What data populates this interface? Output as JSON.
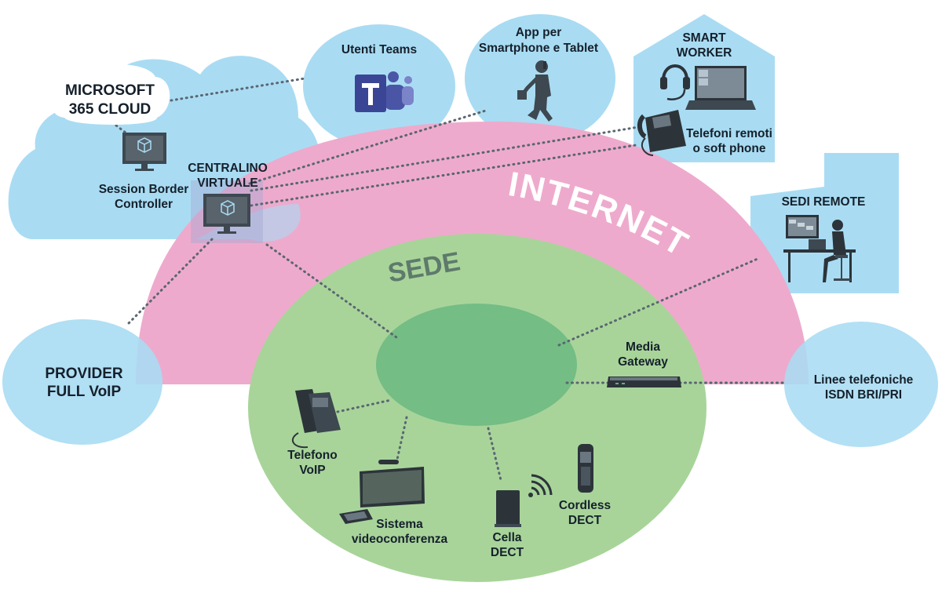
{
  "zones": {
    "internet": "INTERNET",
    "sede": "SEDE"
  },
  "cloud": {
    "line1": "MICROSOFT",
    "line2": "365 CLOUD"
  },
  "nodes": {
    "sbc": [
      "Session Border",
      "Controller"
    ],
    "centralino": [
      "CENTRALINO",
      "VIRTUALE"
    ],
    "teams": [
      "Utenti Teams"
    ],
    "app": [
      "App per",
      "Smartphone e Tablet"
    ],
    "smart_worker": [
      "SMART",
      "WORKER"
    ],
    "telefoni_remoti": [
      "Telefoni remoti",
      "o soft phone"
    ],
    "sedi_remote": [
      "SEDI REMOTE"
    ],
    "provider": [
      "PROVIDER",
      "FULL VoIP"
    ],
    "linee": [
      "Linee telefoniche",
      "ISDN BRI/PRI"
    ],
    "media_gateway": [
      "Media",
      "Gateway"
    ],
    "telefono_voip": [
      "Telefono",
      "VoIP"
    ],
    "videoconferenza": [
      "Sistema",
      "videoconferenza"
    ],
    "cella_dect": [
      "Cella",
      "DECT"
    ],
    "cordless_dect": [
      "Cordless",
      "DECT"
    ]
  },
  "colors": {
    "cloud_blue": "#a9dcf3",
    "internet_pink": "#eeaacc",
    "sede_green": "#a8d49a",
    "hub_green": "#74bd85",
    "teams_purple": "#4b55a6",
    "house_blue": "#a9dcf3"
  },
  "icons": {
    "teams": "teams-logo-icon",
    "smartphone_user": "walking-man-phone-icon",
    "headset": "headset-icon",
    "laptop": "laptop-icon",
    "desk_phone": "desk-phone-icon",
    "office_worker": "office-worker-icon",
    "server_monitor": "server-monitor-icon",
    "media_gateway": "media-gateway-icon",
    "video_screen": "videoconference-screen-icon",
    "dect_base": "dect-base-station-icon",
    "wifi": "wireless-signal-icon",
    "cordless": "cordless-phone-icon"
  }
}
